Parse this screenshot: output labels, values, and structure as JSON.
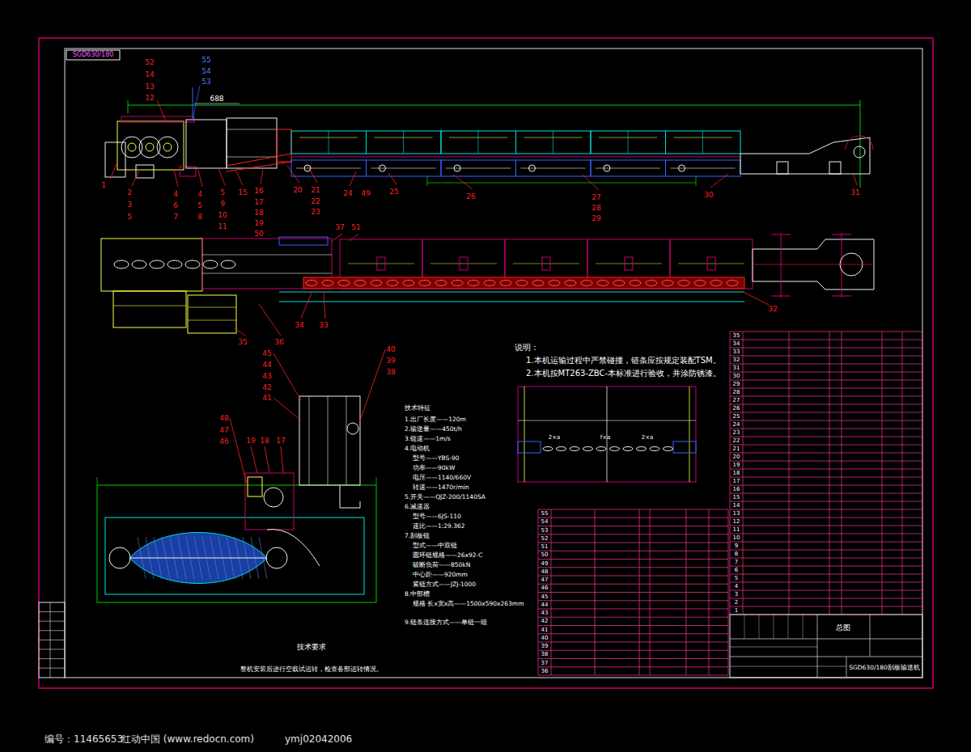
{
  "diagram": {
    "labels": [
      "SGD630/180",
      "52",
      "14",
      "13",
      "12",
      "55",
      "54",
      "53",
      "688",
      "1",
      "2",
      "3",
      "5",
      "4",
      "6",
      "7",
      "4",
      "5",
      "8",
      "5",
      "9",
      "10",
      "11",
      "15",
      "16",
      "17",
      "18",
      "19",
      "50",
      "20",
      "21",
      "22",
      "23",
      "24",
      "49",
      "25",
      "26",
      "27",
      "28",
      "29",
      "30",
      "31",
      "37",
      "51",
      "35",
      "36",
      "34",
      "33",
      "32",
      "45",
      "44",
      "43",
      "42",
      "41",
      "40",
      "39",
      "38",
      "48",
      "47",
      "46",
      "19",
      "18",
      "17",
      "技术特征",
      "1.出厂长度——120m",
      "2.输送量——450t/h",
      "3.链速——1m/s",
      "4.电动机",
      "型号——YBS-90",
      "功率——90kW",
      "电压——1140/660V",
      "转速——1470r/min",
      "5.开关——QJZ-200/1140SA",
      "6.减速器",
      "型号——6JS-110",
      "速比——1:29.362",
      "7.刮板链",
      "型式——中双链",
      "圆环链规格——26x92-C",
      "破断负荷——850kN",
      "中心距——920mm",
      "紧链方式——JZJ-1000",
      "8.中部槽",
      "规格 长x宽x高——1500x590x263mm",
      "9.链条连接方式——单链一组",
      "说明：",
      "1.本机运输过程中严禁碰撞，链条应按规定装配TSM。",
      "2.本机按MT263-ZBC-本标准进行验收，并涂防锈漆。",
      "2×a",
      "f×a",
      "2×a",
      "技术要求",
      "整机安装后进行空载试运转，检查各部运转情况。",
      "总图",
      "SGD630/180刮板输送机",
      "55",
      "54",
      "53",
      "52",
      "51",
      "50",
      "49",
      "48",
      "47",
      "46",
      "45",
      "44",
      "43",
      "42",
      "41",
      "40",
      "39",
      "38",
      "37",
      "36",
      "35",
      "34",
      "33",
      "32",
      "31",
      "30",
      "29",
      "28",
      "27",
      "26",
      "25",
      "24",
      "23",
      "22",
      "21",
      "20",
      "19",
      "18",
      "17",
      "16",
      "15",
      "14",
      "13",
      "12",
      "11",
      "10",
      "9",
      "8",
      "7",
      "6",
      "5",
      "4",
      "3",
      "2",
      "1",
      "编号：11465653",
      "红动中国 (www.redocn.com)",
      "ymj02042006"
    ]
  }
}
